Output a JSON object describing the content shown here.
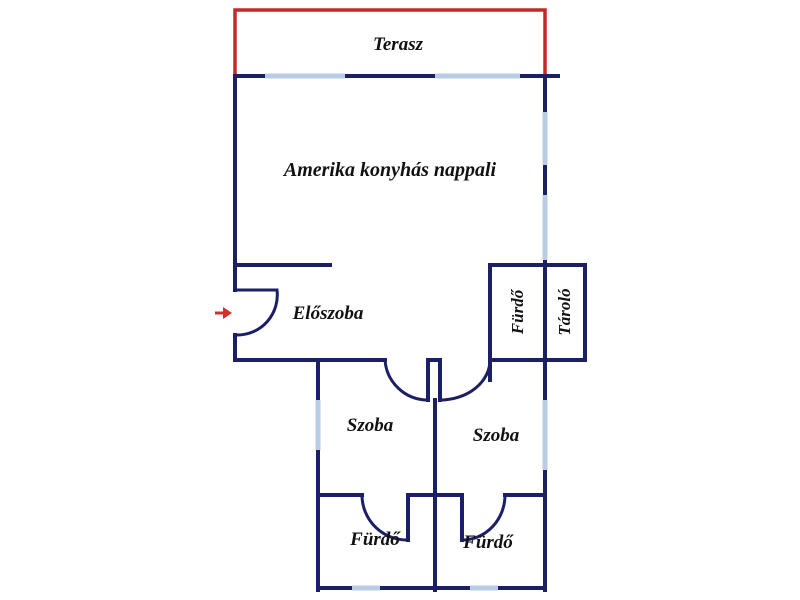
{
  "rooms": {
    "terrace": "Terasz",
    "living": "Amerika konyhás nappali",
    "hall": "Előszoba",
    "bath_right": "Fürdő",
    "storage": "Tároló",
    "room_left": "Szoba",
    "room_right": "Szoba",
    "bath_bottom_left": "Fürdő",
    "bath_bottom_right": "Fürdő"
  },
  "colors": {
    "wall": "#1b1f66",
    "terrace_edge": "#c62828",
    "window": "#b8cde3",
    "entrance_arrow": "#d32f2f"
  },
  "icons": {
    "entrance": "entrance-arrow-icon"
  }
}
